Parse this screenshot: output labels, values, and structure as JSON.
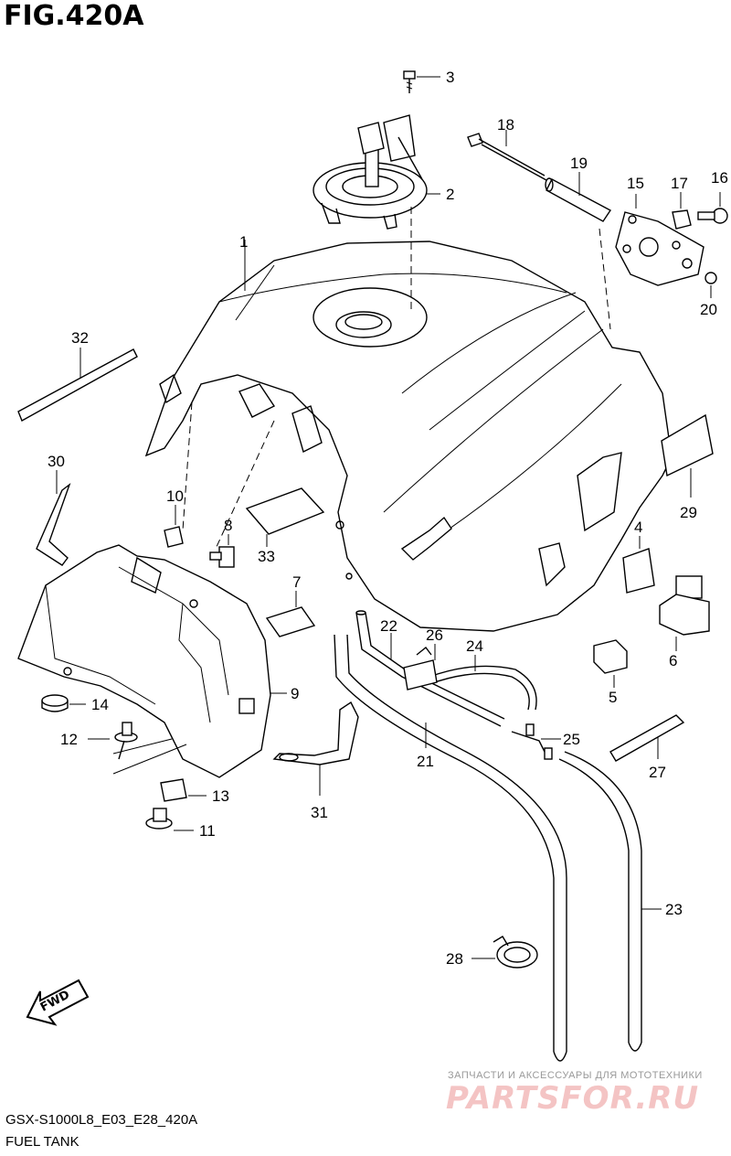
{
  "figure": {
    "title": "FIG.420A",
    "code": "GSX-S1000L8_E03_E28_420A",
    "caption": "FUEL TANK"
  },
  "direction_marker": {
    "label": "FWD"
  },
  "watermark": {
    "tagline": "ЗАПЧАСТИ И АКСЕССУАРЫ ДЛЯ МОТОТЕХНИКИ",
    "logo": "PARTSFOR.RU"
  },
  "callouts": [
    "1",
    "2",
    "3",
    "4",
    "5",
    "6",
    "7",
    "8",
    "9",
    "10",
    "11",
    "12",
    "13",
    "14",
    "15",
    "16",
    "17",
    "18",
    "19",
    "20",
    "21",
    "22",
    "23",
    "24",
    "25",
    "26",
    "27",
    "28",
    "29",
    "30",
    "31",
    "32",
    "33"
  ],
  "colors": {
    "line": "#000000",
    "background": "#ffffff",
    "watermark": "#f4c4c4"
  }
}
